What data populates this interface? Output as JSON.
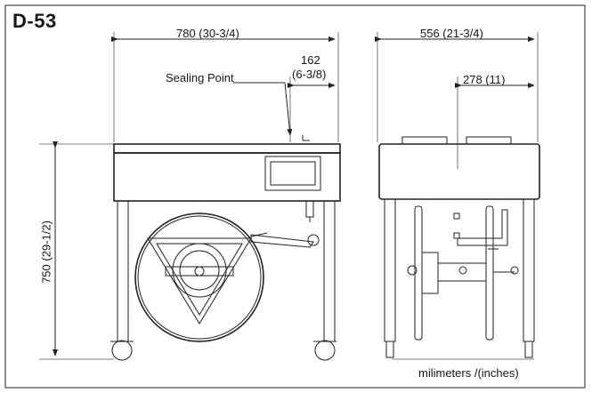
{
  "diagram": {
    "model": "D-53",
    "front_view": {
      "width_label": "780 (30-3/4)",
      "sealing_offset_mm": "162",
      "sealing_offset_in": "(6-3/8)",
      "sealing_point_label": "Sealing Point",
      "height_label": "750 (29-1/2)"
    },
    "side_view": {
      "depth_label": "556 (21-3/4)",
      "center_label": "278 (11)"
    },
    "units_note": "milimeters /(inches)"
  }
}
